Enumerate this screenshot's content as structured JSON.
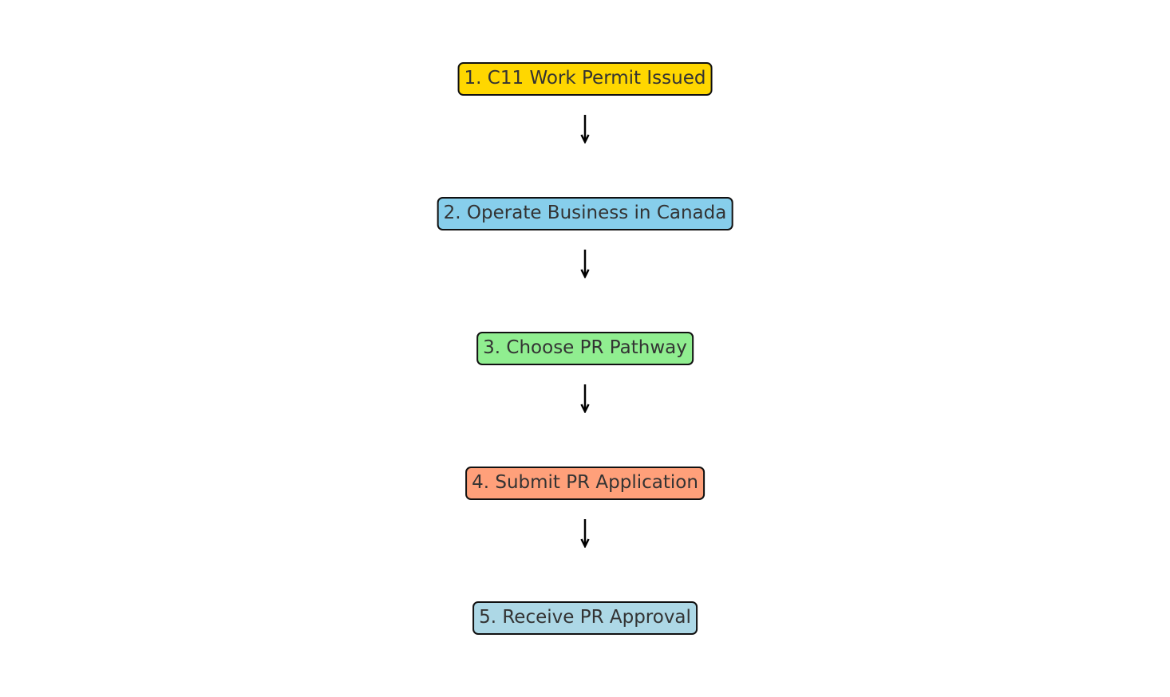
{
  "diagram": {
    "steps": [
      {
        "label": "1. C11 Work Permit Issued",
        "color": "#FFD700"
      },
      {
        "label": "2. Operate Business in Canada",
        "color": "#87CEEB"
      },
      {
        "label": "3. Choose PR Pathway",
        "color": "#90EE90"
      },
      {
        "label": "4. Submit PR Application",
        "color": "#FFA07A"
      },
      {
        "label": "5. Receive PR Approval",
        "color": "#ADD8E6"
      }
    ],
    "arrow_color": "#000000"
  }
}
